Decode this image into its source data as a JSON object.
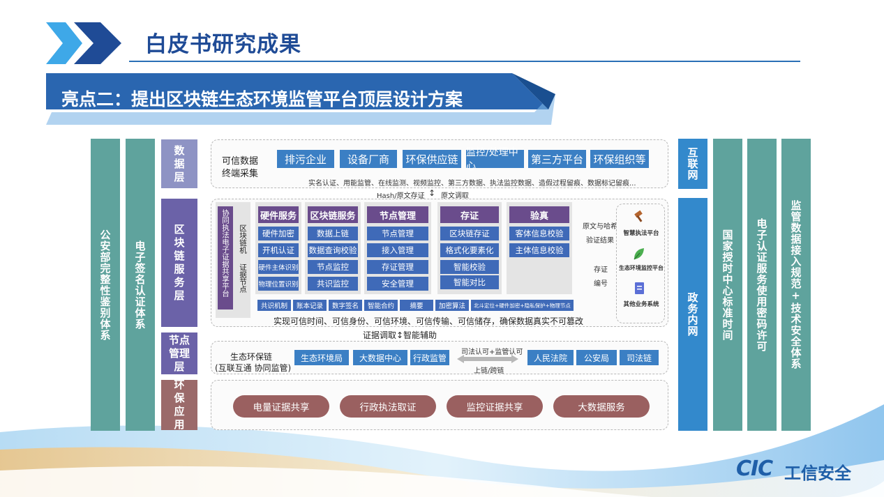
{
  "header": {
    "title": "白皮书研究成果",
    "subtitle": "亮点二：提出区块链生态环境监管平台顶层设计方案"
  },
  "left_bars": [
    "公安部完整性鉴别体系",
    "电子签名认证体系"
  ],
  "right_bars": [
    "国家授时中心标准时间",
    "电子认证服务使用密码许可",
    "监管数据接入规范+技术安全体系"
  ],
  "right_network": {
    "top": "互联网",
    "bottom": "政务内网"
  },
  "layers": {
    "data": {
      "label": "数据层",
      "source_line1": "可信数据",
      "source_line2": "终端采集",
      "chips": [
        "排污企业",
        "设备厂商",
        "环保供应链",
        "监控/处理中心",
        "第三方平台",
        "环保组织等"
      ],
      "desc": "实名认证、用能监管、在线监测、视频监控、第三方数据、执法监控数据、造假过程留痕、数据标记留痕..."
    },
    "arrow1": {
      "left": "Hash/原文存证",
      "right": "原文调取"
    },
    "blockchain": {
      "label": "区块链服务层",
      "platform": "协同执法电子证据共享平台",
      "node1": "区块链机",
      "node2": "证据节点",
      "columns": [
        {
          "head": "硬件服务",
          "items": [
            "硬件加密",
            "开机认证",
            "硬件主体识别",
            "物理位置识别"
          ]
        },
        {
          "head": "区块链服务",
          "items": [
            "数据上链",
            "数据查询校验",
            "节点监控",
            "共识监控"
          ]
        },
        {
          "head": "节点管理",
          "items": [
            "节点管理",
            "接入管理",
            "存证管理",
            "安全管理"
          ]
        },
        {
          "head": "存证",
          "items": [
            "区块链存证",
            "格式化要素化",
            "智能校验",
            "智能对比"
          ]
        },
        {
          "head": "验真",
          "items": [
            "客体信息校验",
            "主体信息校验"
          ]
        }
      ],
      "bottom_items": [
        "共识机制",
        "账本记录",
        "数字签名",
        "智能合约",
        "摘要",
        "加密算法",
        "北斗定位+硬件加密+隐私保护+物理节点"
      ],
      "summary": "实现可信时间、可信身份、可信环境、可信传输、可信储存，确保数据真实不可篡改",
      "mid_label1": "原文与哈希",
      "mid_label2": "验证结果",
      "mid_label3": "存证",
      "mid_label4": "编号",
      "side_items": [
        "智慧执法平台",
        "生态环境监控平台",
        "其他业务系统"
      ]
    },
    "arrow2": "证据调取↕智能辅助",
    "node": {
      "label": "节点管理层",
      "chain_line1": "生态环保链",
      "chain_line2": "(互联互通 协同监管)",
      "left_chips": [
        "生态环境局",
        "大数据中心",
        "行政监管"
      ],
      "arrow_top": "司法认可+监管认可",
      "arrow_bottom": "上链/跨链",
      "right_chips": [
        "人民法院",
        "公安局",
        "司法链"
      ]
    },
    "app": {
      "label": "环保应用",
      "pills": [
        "电量证据共享",
        "行政执法取证",
        "监控证据共享",
        "大数据服务"
      ]
    }
  },
  "logo": {
    "mark": "CIC",
    "text": "工信安全"
  },
  "colors": {
    "title": "#1f4b96",
    "banner": "#2a66b0",
    "teal": "#5fa39d",
    "blue": "#3389cc",
    "chip": "#3b7fc4",
    "purple": "#6a4c8c",
    "pill": "#9a6060"
  }
}
